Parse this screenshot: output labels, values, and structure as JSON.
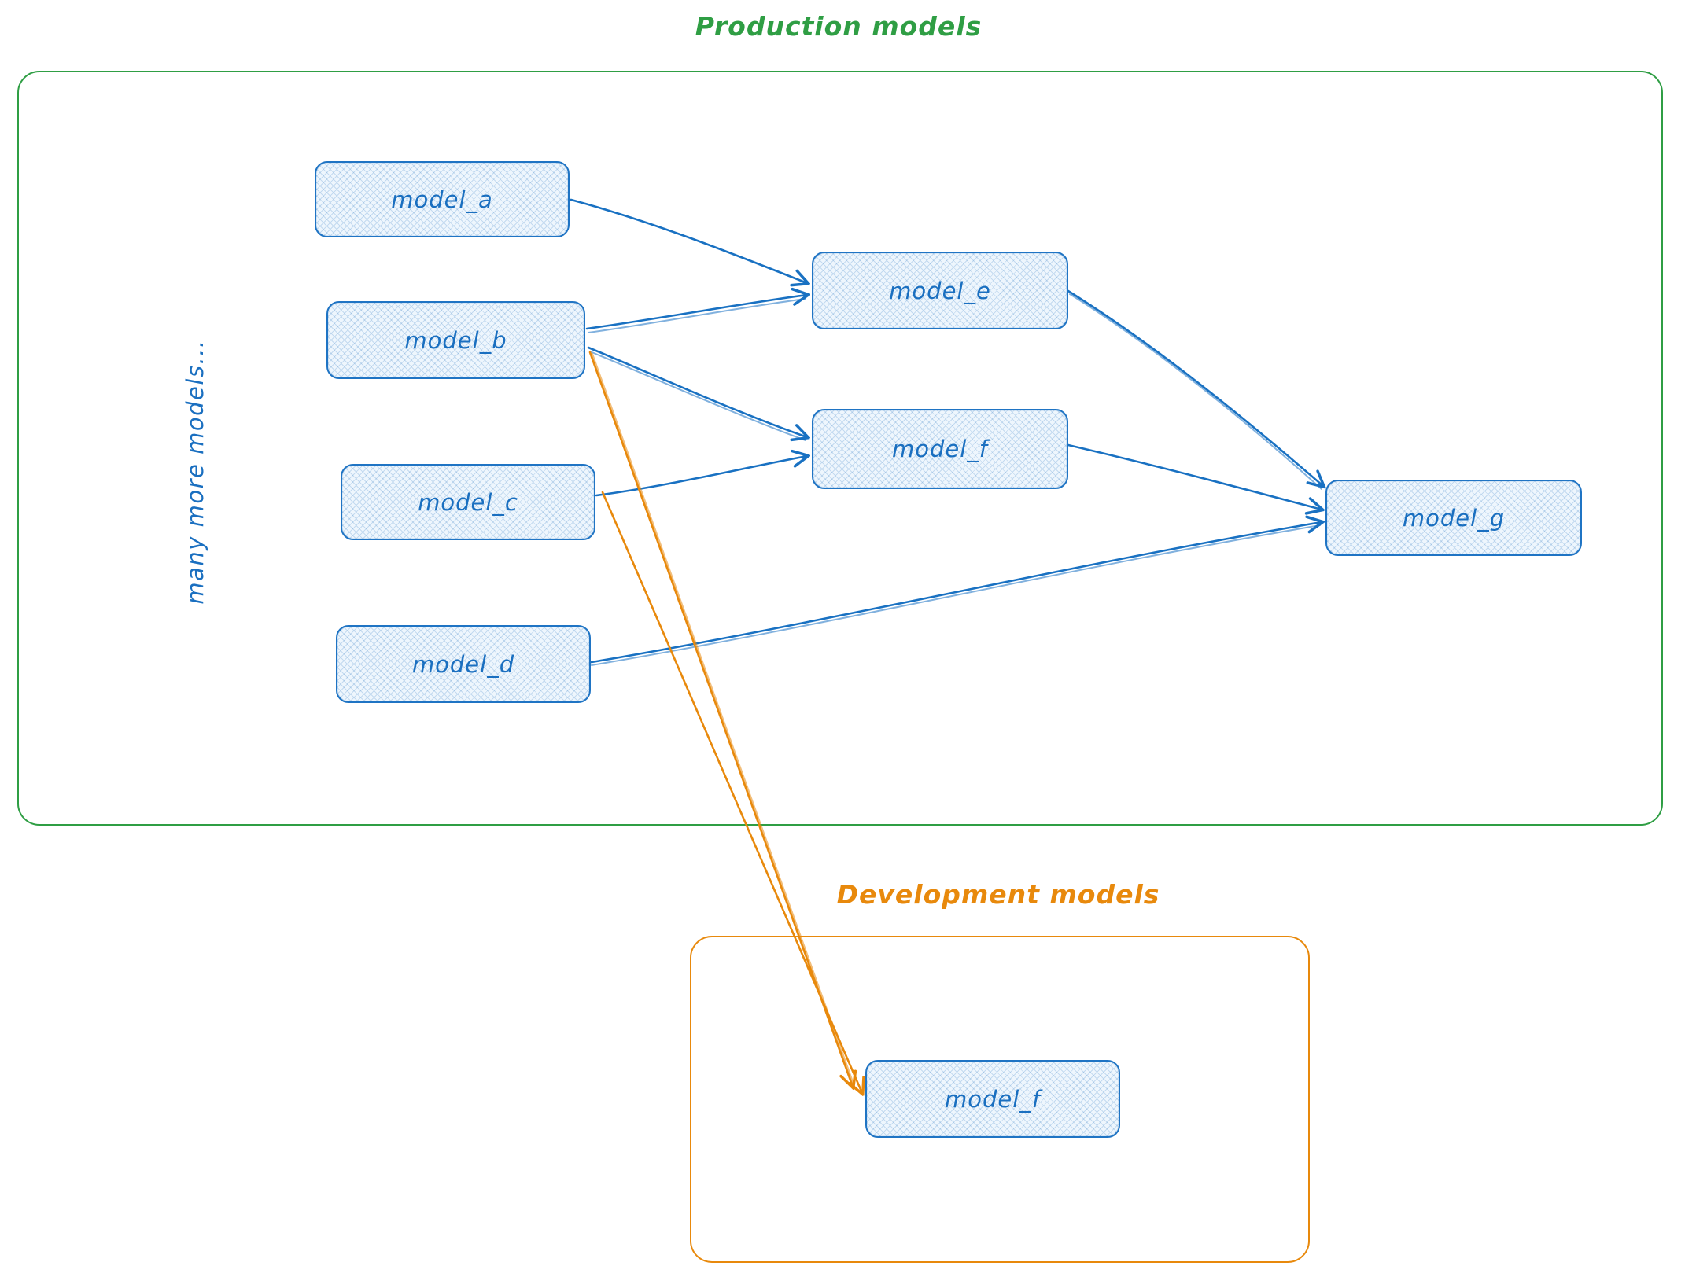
{
  "production": {
    "title": "Production models"
  },
  "development": {
    "title": "Development models"
  },
  "side_label": "many more models...",
  "nodes": {
    "model_a": {
      "label": "model_a"
    },
    "model_b": {
      "label": "model_b"
    },
    "model_c": {
      "label": "model_c"
    },
    "model_d": {
      "label": "model_d"
    },
    "model_e": {
      "label": "model_e"
    },
    "model_f": {
      "label": "model_f"
    },
    "model_g": {
      "label": "model_g"
    },
    "dev_model_f": {
      "label": "model_f"
    }
  },
  "edges": [
    {
      "from": "model_a",
      "to": "model_e",
      "color": "blue"
    },
    {
      "from": "model_b",
      "to": "model_e",
      "color": "blue"
    },
    {
      "from": "model_b",
      "to": "model_f",
      "color": "blue"
    },
    {
      "from": "model_c",
      "to": "model_f",
      "color": "blue"
    },
    {
      "from": "model_e",
      "to": "model_g",
      "color": "blue"
    },
    {
      "from": "model_f",
      "to": "model_g",
      "color": "blue"
    },
    {
      "from": "model_d",
      "to": "model_g",
      "color": "blue"
    },
    {
      "from": "model_b",
      "to": "dev_model_f",
      "color": "orange"
    },
    {
      "from": "model_c",
      "to": "dev_model_f",
      "color": "orange"
    }
  ],
  "colors": {
    "blue": "#1971c2",
    "green": "#2f9e44",
    "orange": "#e8890c",
    "node_fill": "#eef6fd"
  }
}
